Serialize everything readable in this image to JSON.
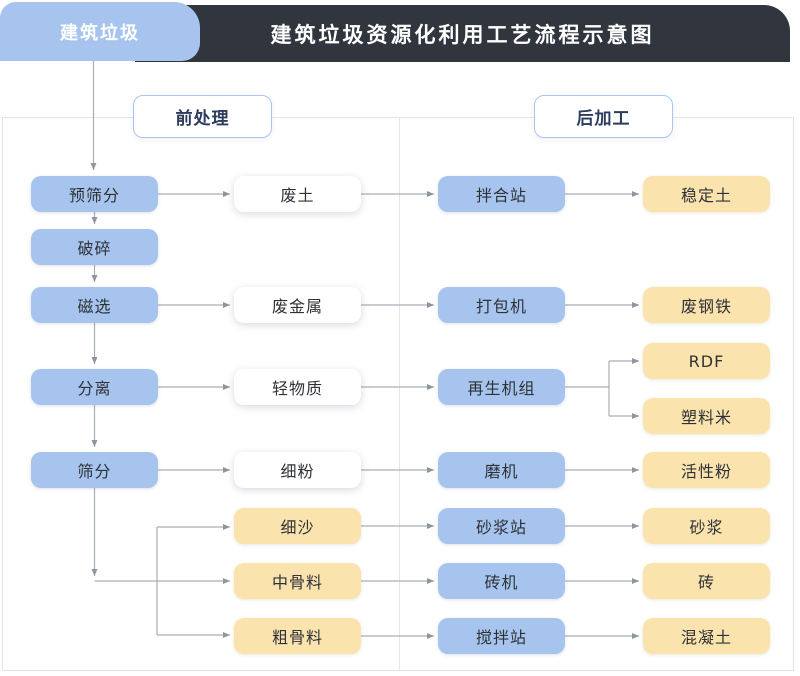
{
  "tab": {
    "label": "建筑垃圾"
  },
  "header": {
    "title": "建筑垃圾资源化利用工艺流程示意图"
  },
  "sections": {
    "pre": "前处理",
    "post": "后加工"
  },
  "nodes": {
    "pre_screening": "预筛分",
    "crushing": "破碎",
    "magnetic_separation": "磁选",
    "separation": "分离",
    "screening": "筛分",
    "waste_soil": "废土",
    "waste_metal": "废金属",
    "light_material": "轻物质",
    "fine_powder": "细粉",
    "fine_sand": "细沙",
    "medium_aggregate": "中骨料",
    "coarse_aggregate": "粗骨料",
    "mixing_plant": "拌合站",
    "baler": "打包机",
    "regeneration_unit": "再生机组",
    "mill": "磨机",
    "mortar_plant": "砂浆站",
    "brick_machine": "砖机",
    "concrete_mixing_plant": "搅拌站",
    "stabilized_soil": "稳定土",
    "scrap_steel": "废钢铁",
    "rdf": "RDF",
    "plastic_pellets": "塑料米",
    "active_powder": "活性粉",
    "mortar": "砂浆",
    "brick": "砖",
    "concrete": "混凝土"
  },
  "edges": [
    [
      "建筑垃圾",
      "预筛分"
    ],
    [
      "预筛分",
      "破碎"
    ],
    [
      "破碎",
      "磁选"
    ],
    [
      "磁选",
      "分离"
    ],
    [
      "分离",
      "筛分"
    ],
    [
      "预筛分",
      "废土"
    ],
    [
      "磁选",
      "废金属"
    ],
    [
      "分离",
      "轻物质"
    ],
    [
      "筛分",
      "细粉"
    ],
    [
      "筛分",
      "细沙"
    ],
    [
      "筛分",
      "中骨料"
    ],
    [
      "筛分",
      "粗骨料"
    ],
    [
      "废土",
      "拌合站"
    ],
    [
      "废金属",
      "打包机"
    ],
    [
      "轻物质",
      "再生机组"
    ],
    [
      "细粉",
      "磨机"
    ],
    [
      "细沙",
      "砂浆站"
    ],
    [
      "中骨料",
      "砖机"
    ],
    [
      "粗骨料",
      "搅拌站"
    ],
    [
      "拌合站",
      "稳定土"
    ],
    [
      "打包机",
      "废钢铁"
    ],
    [
      "再生机组",
      "RDF"
    ],
    [
      "再生机组",
      "塑料米"
    ],
    [
      "磨机",
      "活性粉"
    ],
    [
      "砂浆站",
      "砂浆"
    ],
    [
      "砖机",
      "砖"
    ],
    [
      "搅拌站",
      "混凝土"
    ]
  ],
  "colors": {
    "process_blue": "#a6c4ee",
    "product_yellow": "#fbe3ae",
    "intermediate_white": "#ffffff",
    "header_bg": "#30353e",
    "header_text": "#ffffff",
    "connector_line": "#a9adb5",
    "panel_border": "#e1e4ef",
    "label_border": "#a9c6f1",
    "label_text": "#2b3c5c",
    "node_text": "#2e3237"
  }
}
